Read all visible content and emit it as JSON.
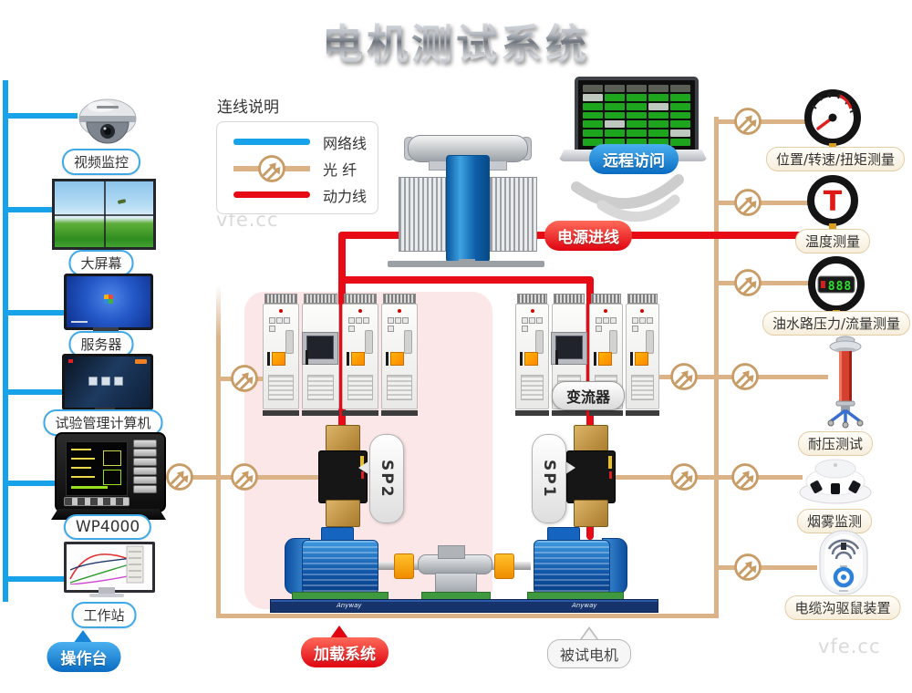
{
  "title": "电机测试系统",
  "watermarks": {
    "center": "vfe.cc",
    "bottom_right": "vfe.cc"
  },
  "legend": {
    "title": "连线说明",
    "items": [
      {
        "id": "network",
        "label": "网络线",
        "color": "#18a2ea"
      },
      {
        "id": "fiber",
        "label": "光  纤",
        "color": "#dcb287"
      },
      {
        "id": "power",
        "label": "动力线",
        "color": "#e60b14"
      }
    ]
  },
  "colors": {
    "network_line": "#18a2ea",
    "fiber_line": "#dcb287",
    "power_line": "#e60b14",
    "loading_zone": "#fbe7e7"
  },
  "left_column": {
    "devices": [
      {
        "id": "camera",
        "label": "视频监控"
      },
      {
        "id": "video-wall",
        "label": "大屏幕"
      },
      {
        "id": "server",
        "label": "服务器"
      },
      {
        "id": "test-computer",
        "label": "试验管理计算机"
      },
      {
        "id": "wp4000",
        "label": "WP4000"
      },
      {
        "id": "workstation",
        "label": "工作站"
      }
    ],
    "console_badge": "操作台"
  },
  "center_area": {
    "power_inlet_badge": "电源进线",
    "remote_access_badge": "远程访问",
    "converter_badge": "变流器",
    "sensor_labels": {
      "sp2": "SP2",
      "sp1": "SP1"
    },
    "loading_system_badge": "加载系统",
    "motor_under_test_badge": "被试电机",
    "rail_brand": "Anyway"
  },
  "right_column": {
    "devices": [
      {
        "id": "position-speed-torque",
        "label": "位置/转速/扭矩测量"
      },
      {
        "id": "temperature",
        "label": "温度测量"
      },
      {
        "id": "oil-water-pressure-flow",
        "label": "油水路压力/流量测量"
      },
      {
        "id": "withstand-voltage",
        "label": "耐压测试"
      },
      {
        "id": "smoke-monitor",
        "label": "烟雾监测"
      },
      {
        "id": "rodent-repeller",
        "label": "电缆沟驱鼠装置"
      }
    ]
  },
  "gauges": {
    "temp_symbol": "T",
    "flow_value": "888"
  }
}
